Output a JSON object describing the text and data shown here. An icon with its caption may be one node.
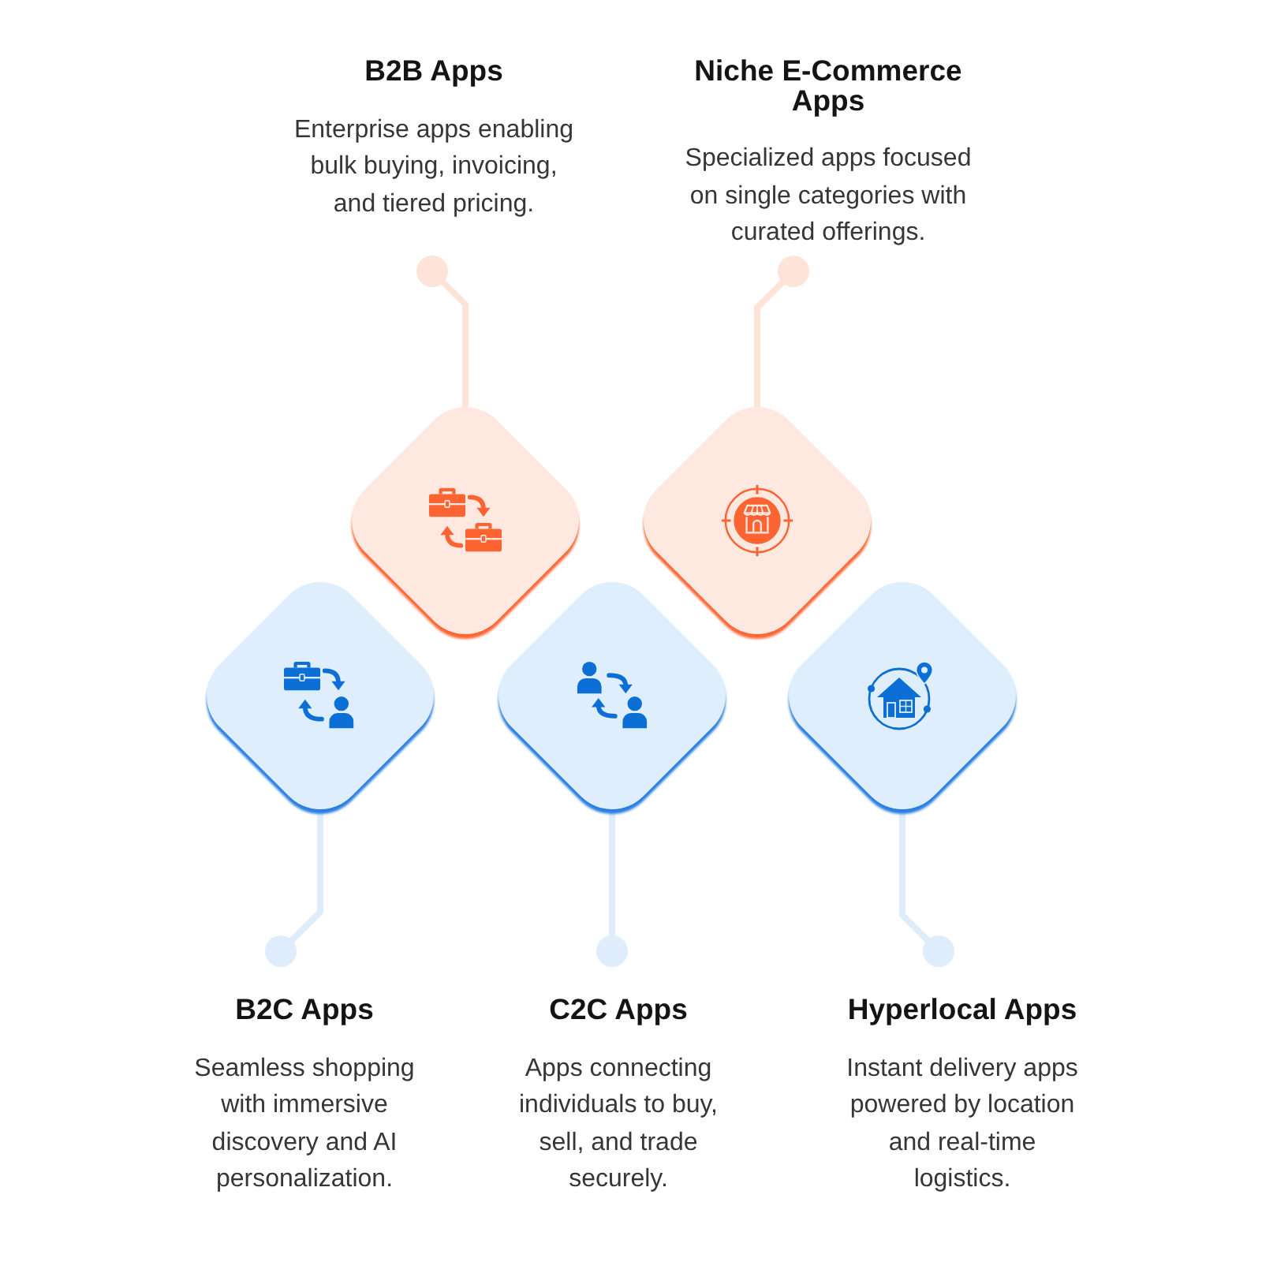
{
  "diagram": {
    "nodes": [
      {
        "text": [
          "B2B Apps",
          "Enterprise apps enabling bulk buying, invoicing, and tiered pricing."
        ]
      },
      {
        "text": [
          "Niche E-Commerce Apps",
          "Specialized apps focused on single categories with curated offerings."
        ]
      },
      {
        "text": [],
        "shape": "diamond"
      },
      {
        "text": [],
        "shape": "diamond"
      },
      {
        "text": [],
        "shape": "diamond"
      },
      {
        "text": [],
        "shape": "diamond"
      },
      {
        "text": [],
        "shape": "diamond"
      },
      {
        "text": [
          "B2C Apps",
          "Seamless shopping with immersive discovery and AI personalization."
        ]
      },
      {
        "text": [
          "C2C Apps",
          "Apps connecting individuals to buy, sell, and trade securely."
        ]
      },
      {
        "text": [
          "Hyperlocal Apps",
          "Instant delivery apps powered by location and real-time logistics."
        ]
      }
    ],
    "edges": [
      {
        "from": 0,
        "to": 2,
        "arrow": "other",
        "color": "#fee3d9"
      },
      {
        "from": 1,
        "to": 3,
        "arrow": "other",
        "color": "#fee3d9"
      },
      {
        "from": 7,
        "to": 4,
        "arrow": "other"
      },
      {
        "from": 8,
        "to": 5,
        "arrow": "other"
      },
      {
        "from": 9,
        "to": 6,
        "arrow": "other"
      }
    ]
  }
}
